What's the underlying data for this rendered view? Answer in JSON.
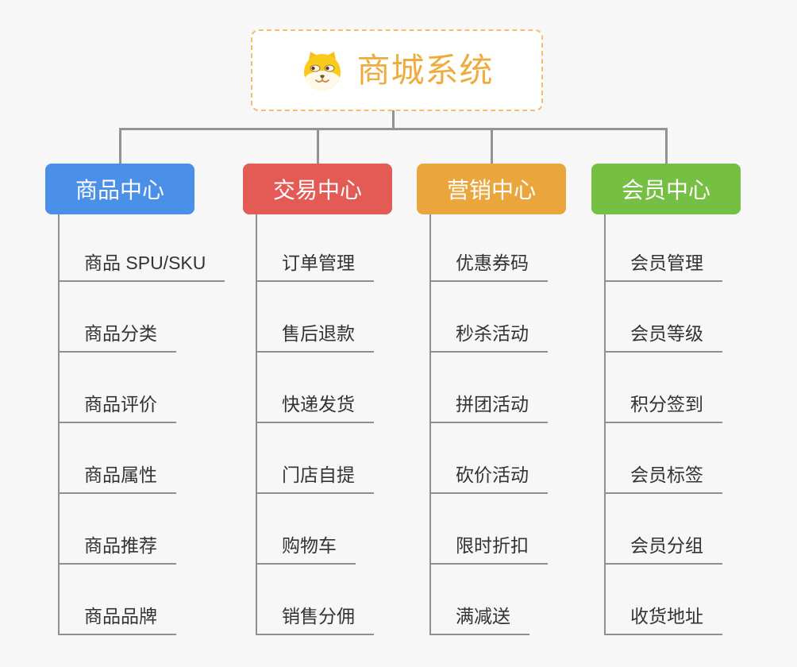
{
  "root": {
    "title": "商城系统",
    "icon": "dog-face-icon",
    "title_color": "#EFAC3E",
    "border_color": "#F5BE6E"
  },
  "branches": [
    {
      "label": "商品中心",
      "color": "#4A8FE8",
      "children": [
        "商品 SPU/SKU",
        "商品分类",
        "商品评价",
        "商品属性",
        "商品推荐",
        "商品品牌"
      ]
    },
    {
      "label": "交易中心",
      "color": "#E45B55",
      "children": [
        "订单管理",
        "售后退款",
        "快递发货",
        "门店自提",
        "购物车",
        "销售分佣"
      ]
    },
    {
      "label": "营销中心",
      "color": "#EAA63C",
      "children": [
        "优惠券码",
        "秒杀活动",
        "拼团活动",
        "砍价活动",
        "限时折扣",
        "满减送"
      ]
    },
    {
      "label": "会员中心",
      "color": "#75BF42",
      "children": [
        "会员管理",
        "会员等级",
        "积分签到",
        "会员标签",
        "会员分组",
        "收货地址"
      ]
    }
  ],
  "colors": {
    "background": "#F7F7F7",
    "connector": "#939393",
    "leaf_line": "#8F8F8F",
    "leaf_text": "#333333"
  }
}
